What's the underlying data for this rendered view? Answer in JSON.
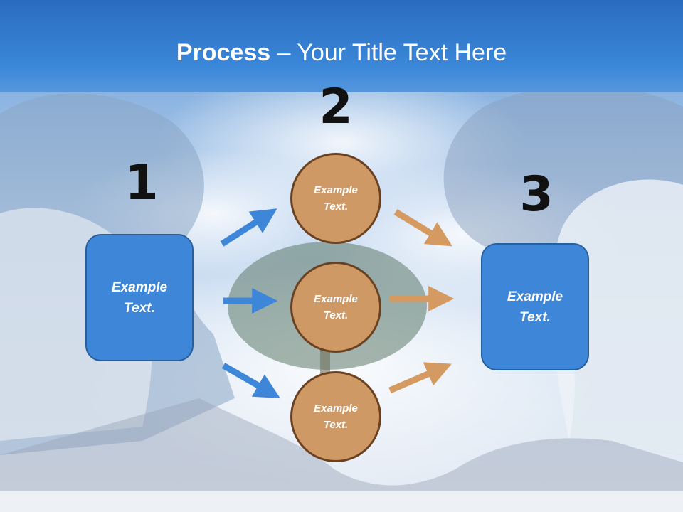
{
  "title": {
    "bold": "Process",
    "rest": " – Your Title Text Here"
  },
  "steps": [
    {
      "number": "1",
      "text": "Example Text."
    },
    {
      "number": "2"
    },
    {
      "number": "3",
      "text": "Example Text."
    }
  ],
  "circles": [
    {
      "text": "Example Text."
    },
    {
      "text": "Example Text."
    },
    {
      "text": "Example Text."
    }
  ],
  "colors": {
    "header": "#3a86d8",
    "box_fill": "#3e87d8",
    "circle_fill": "#cf9966",
    "circle_border": "#6b4221",
    "arrow_blue": "#3e87d8",
    "arrow_orange": "#d49a62"
  }
}
